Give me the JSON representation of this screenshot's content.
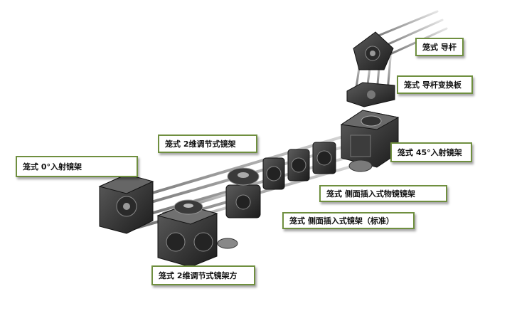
{
  "colors": {
    "label_border": "#6f8f3f",
    "metal_dark": "#2a2a2a",
    "metal_mid": "#5a5a5a",
    "rod": "#b8b8b8"
  },
  "labels": {
    "cage_rod": "笼式 导杆",
    "rod_adapter_plate": "笼式 导杆变换板",
    "mount_45_incidence": "笼式 45°入射镜架",
    "mount_2d_adjustable": "笼式 2维调节式镜架",
    "mount_0_incidence": "笼式 0°入射镜架",
    "side_insert_objective_mount": "笼式 侧面插入式物镜镜架",
    "side_insert_mount_standard": "笼式 侧面插入式镜架（标准）",
    "mount_2d_adjustable_cube": "笼式 2维调节式镜架方"
  }
}
